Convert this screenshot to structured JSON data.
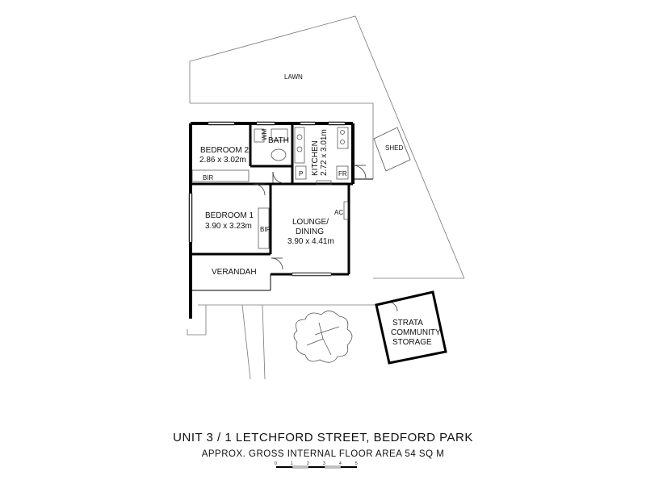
{
  "labels": {
    "lawn": "LAWN",
    "shed": "SHED",
    "bedroom2_name": "BEDROOM 2",
    "bedroom2_dims": "2.86 x 3.02m",
    "bath": "BATH",
    "wm": "WM",
    "kitchen_name": "KITCHEN",
    "kitchen_dims": "2.72 x 3.01m",
    "pantry": "P",
    "fridge": "FR",
    "bir_bed2": "BIR",
    "bedroom1_name": "BEDROOM 1",
    "bedroom1_dims": "3.90 x 3.23m",
    "bir_bed1": "BIR",
    "lounge_name1": "LOUNGE/",
    "lounge_name2": "DINING",
    "lounge_dims": "3.90 x 4.41m",
    "ac": "AC",
    "verandah": "VERANDAH",
    "strata1": "STRATA",
    "strata2": "COMMUNITY",
    "strata3": "STORAGE"
  },
  "title": {
    "address": "UNIT 3 / 1 LETCHFORD STREET, BEDFORD PARK",
    "area": "APPROX. GROSS INTERNAL FLOOR AREA  54 SQ M"
  },
  "scale_bar": {
    "ticks": [
      "0",
      "1",
      "2",
      "3",
      "4",
      "5"
    ]
  },
  "colors": {
    "wall": "#000000",
    "line": "#555555",
    "background": "#ffffff"
  }
}
